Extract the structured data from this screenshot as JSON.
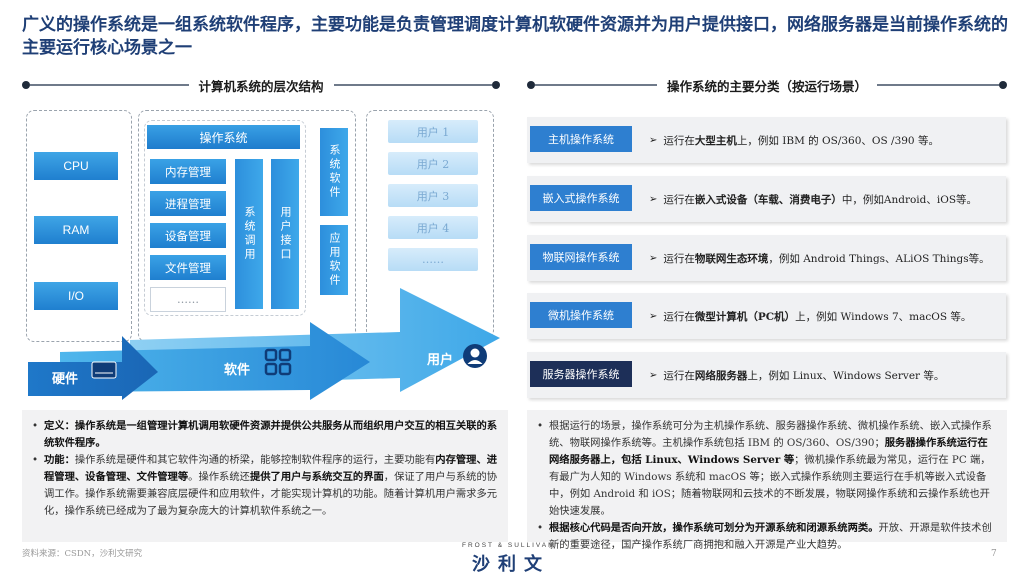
{
  "title": "广义的操作系统是一组系统软件程序，主要功能是负责管理调度计算机软硬件资源并为用户提供接口，网络服务器是当前操作系统的主要运行核心场景之一",
  "left_section": {
    "heading": "计算机系统的层次结构",
    "hardware": [
      "CPU",
      "RAM",
      "I/O"
    ],
    "os_title": "操作系统",
    "modules": [
      "内存管理",
      "进程管理",
      "设备管理",
      "文件管理",
      "……"
    ],
    "syscall": "系统调用",
    "user_interface": "用户接口",
    "system_software": "系统软件",
    "app_software": "应用软件",
    "users": [
      "用户 1",
      "用户 2",
      "用户 3",
      "用户 4",
      "……"
    ],
    "arrow_hardware": "硬件",
    "arrow_software": "软件",
    "arrow_user": "用户"
  },
  "right_section": {
    "heading": "操作系统的主要分类（按运行场景）",
    "categories": [
      {
        "name": "主机操作系统",
        "desc_pre": "运行在",
        "desc_bold": "大型主机",
        "desc_post": "上，例如 IBM 的 OS/360、OS /390 等。",
        "color": "#2e7fd0"
      },
      {
        "name": "嵌入式操作系统",
        "desc_pre": "运行在",
        "desc_bold": "嵌入式设备（车载、消费电子）",
        "desc_post": "中，例如Android、iOS等。",
        "color": "#2e7fd0"
      },
      {
        "name": "物联网操作系统",
        "desc_pre": "运行在",
        "desc_bold": "物联网生态环境",
        "desc_post": "，例如    Android Things、ALiOS Things等。",
        "color": "#2e7fd0"
      },
      {
        "name": "微机操作系统",
        "desc_pre": "运行在",
        "desc_bold": "微型计算机（PC机）",
        "desc_post": "上，例如    Windows 7、macOS 等。",
        "color": "#2e7fd0"
      },
      {
        "name": "服务器操作系统",
        "desc_pre": "运行在",
        "desc_bold": "网络服务器",
        "desc_post": "上，例如 Linux、Windows Server 等。",
        "color": "#1d2f58"
      }
    ]
  },
  "left_text": {
    "p1_bold": "定义：操作系统是一组管理计算机调用软硬件资源并提供公共服务从而组织用户交互的相互关联的系统软件程序。",
    "p2_label": "功能：",
    "p2_a": "操作系统是硬件和其它软件沟通的桥梁，能够控制软件程序的运行，主要功能有",
    "p2_b": "内存管理、进程管理、设备管理、文件管理等",
    "p2_c": "。操作系统还",
    "p2_d": "提供了用户与系统交互的界面",
    "p2_e": "，保证了用户与系统的协调工作。操作系统需要兼容底层硬件和应用软件，才能实现计算机的功能。随着计算机用户需求多元化，操作系统已经成为了最为复杂庞大的计算机软件系统之一。"
  },
  "right_text": {
    "p1_a": "根据运行的场景，操作系统可分为主机操作系统、服务器操作系统、微机操作系统、嵌入式操作系统、物联网操作系统等。主机操作系统包括 IBM 的 OS/360、OS/390；",
    "p1_b": "服务器操作系统运行在网络服务器上，包括 Linux、Windows Server 等",
    "p1_c": "；微机操作系统最为常见，运行在 PC 端，有最广为人知的 Windows 系统和 macOS 等；嵌入式操作系统则主要运行在手机等嵌入式设备中，例如 Android 和 iOS；随着物联网和云技术的不断发展，物联网操作系统和云操作系统也开始快速发展。",
    "p2_a": "根据核心代码是否向开放，操作系统可划分为开源系统和闭源系统两类。",
    "p2_b": "开放、开源是软件技术创新的重要途径，国产操作系统厂商拥抱和融入开源是产业大趋势。"
  },
  "footer": {
    "source": "资料来源：CSDN，沙利文研究",
    "brand_en": "FROST & SULLIVAN",
    "brand_cn": "沙利文",
    "page": "7"
  }
}
